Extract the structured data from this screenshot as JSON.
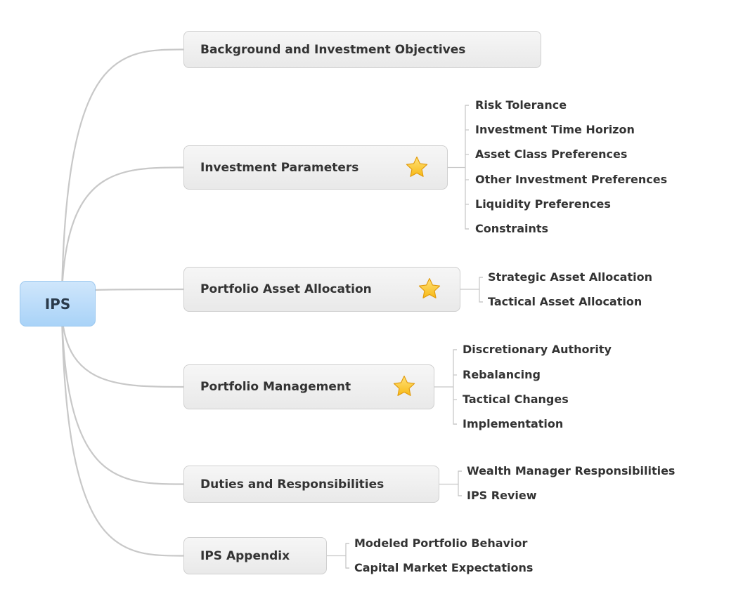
{
  "root": {
    "label": "IPS"
  },
  "topics": [
    {
      "label": "Background and Investment Objectives",
      "starred": false,
      "children": []
    },
    {
      "label": "Investment Parameters",
      "starred": true,
      "children": [
        "Risk Tolerance",
        "Investment Time Horizon",
        "Asset Class Preferences",
        "Other Investment Preferences",
        "Liquidity Preferences",
        "Constraints"
      ]
    },
    {
      "label": "Portfolio Asset Allocation",
      "starred": true,
      "children": [
        "Strategic Asset Allocation",
        "Tactical Asset Allocation"
      ]
    },
    {
      "label": "Portfolio Management",
      "starred": true,
      "children": [
        "Discretionary Authority",
        "Rebalancing",
        "Tactical Changes",
        "Implementation"
      ]
    },
    {
      "label": "Duties and Responsibilities",
      "starred": false,
      "children": [
        "Wealth Manager Responsibilities",
        "IPS Review"
      ]
    },
    {
      "label": "IPS Appendix",
      "starred": false,
      "children": [
        "Modeled Portfolio Behavior",
        "Capital Market Expectations"
      ]
    }
  ],
  "colors": {
    "link": "#c8c8c8",
    "root_fill": "#b9dcfa",
    "star": "#f7b915"
  }
}
